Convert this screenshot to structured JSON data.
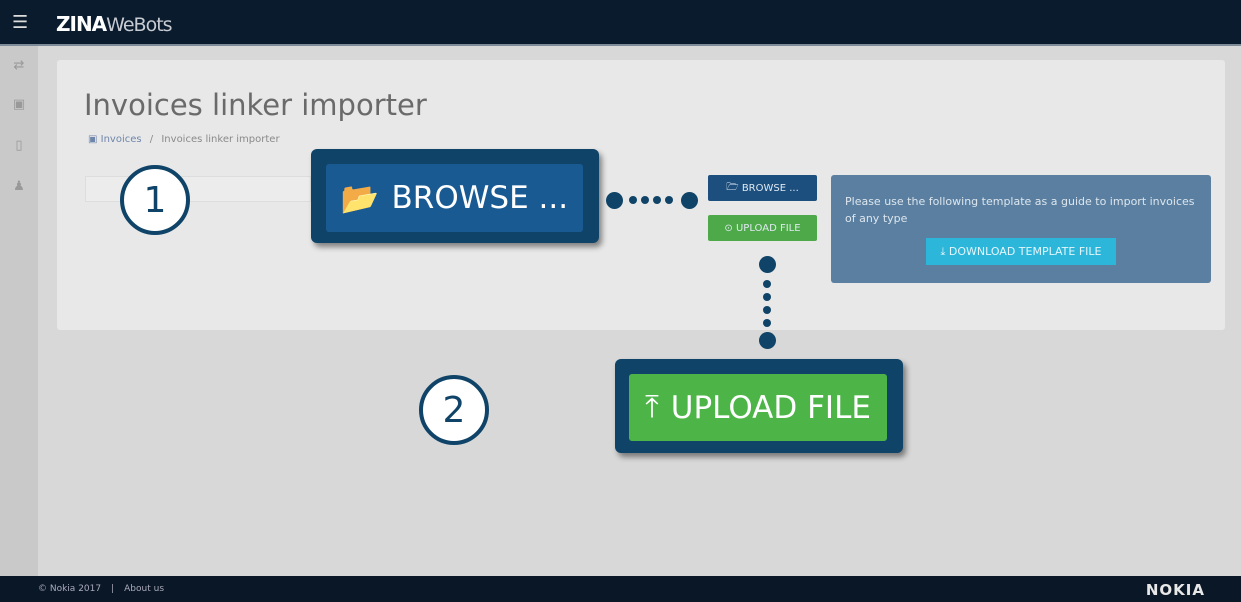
{
  "header": {
    "menu_icon": "hamburger-icon",
    "logo_bold": "ZINA",
    "logo_light": "WeBots"
  },
  "sidebar": {
    "items": [
      {
        "icon": "transfer-icon",
        "glyph": "⇄"
      },
      {
        "icon": "invoice-icon",
        "glyph": "▣"
      },
      {
        "icon": "document-icon",
        "glyph": "▯"
      },
      {
        "icon": "user-icon",
        "glyph": "♟"
      }
    ]
  },
  "page": {
    "title": "Invoices linker importer",
    "breadcrumb": {
      "root": "Invoices",
      "separator": "/",
      "current": "Invoices linker importer"
    }
  },
  "buttons": {
    "browse": "BROWSE ...",
    "upload": "UPLOAD FILE",
    "download": "DOWNLOAD TEMPLATE FILE"
  },
  "info": {
    "text": "Please use the following template as a guide to import invoices of any type"
  },
  "callouts": {
    "step1": "1",
    "step2": "2",
    "browse": "BROWSE ...",
    "upload": "UPLOAD FILE"
  },
  "footer": {
    "copyright": "© Nokia 2017",
    "separator": "|",
    "about": "About us",
    "brand": "NOKIA"
  },
  "colors": {
    "navy": "#0f4468",
    "browse": "#1a5a93",
    "upload": "#4db548",
    "info": "#5a7fa0",
    "download": "#2cb6da"
  }
}
